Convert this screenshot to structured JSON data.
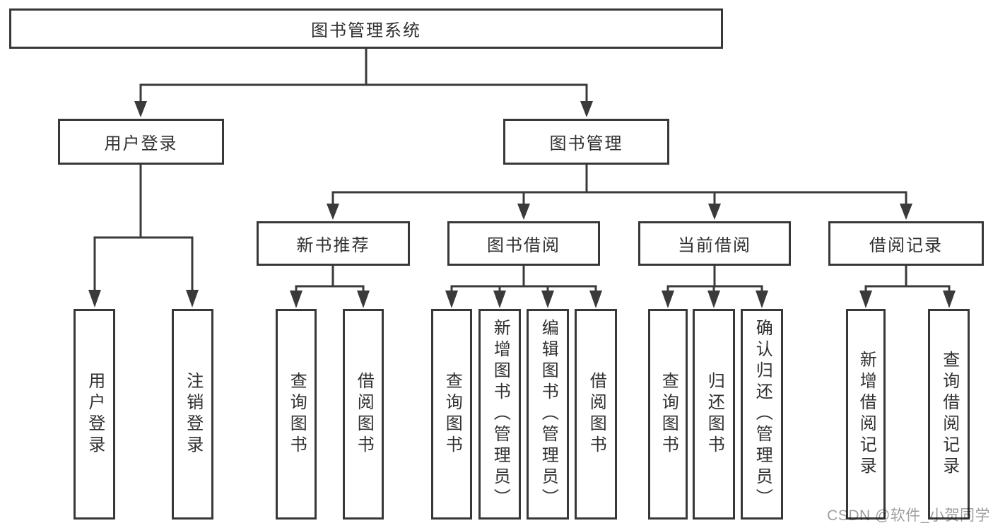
{
  "title": "图书管理系统",
  "branches": {
    "user_login": {
      "label": "用户登录",
      "children": {
        "login": "用户登录",
        "logout": "注销登录"
      }
    },
    "book_mgmt": {
      "label": "图书管理",
      "sections": {
        "new_book": {
          "label": "新书推荐",
          "children": {
            "query": "查询图书",
            "borrow": "借阅图书"
          }
        },
        "borrow": {
          "label": "图书借阅",
          "children": {
            "query": "查询图书",
            "add": "新增图书（管理员）",
            "edit": "编辑图书（管理员）",
            "borrow": "借阅图书"
          }
        },
        "current": {
          "label": "当前借阅",
          "children": {
            "query": "查询图书",
            "return": "归还图书",
            "confirm": "确认归还（管理员）"
          }
        },
        "records": {
          "label": "借阅记录",
          "children": {
            "add": "新增借阅记录",
            "query": "查询借阅记录"
          }
        }
      }
    }
  },
  "watermark": "CSDN @软件_小贺同学",
  "colors": {
    "background": "#FFFFFF",
    "line": "#3A3A3A",
    "border": "#383838",
    "text": "#303030",
    "watermark": "#9E9E9E"
  }
}
